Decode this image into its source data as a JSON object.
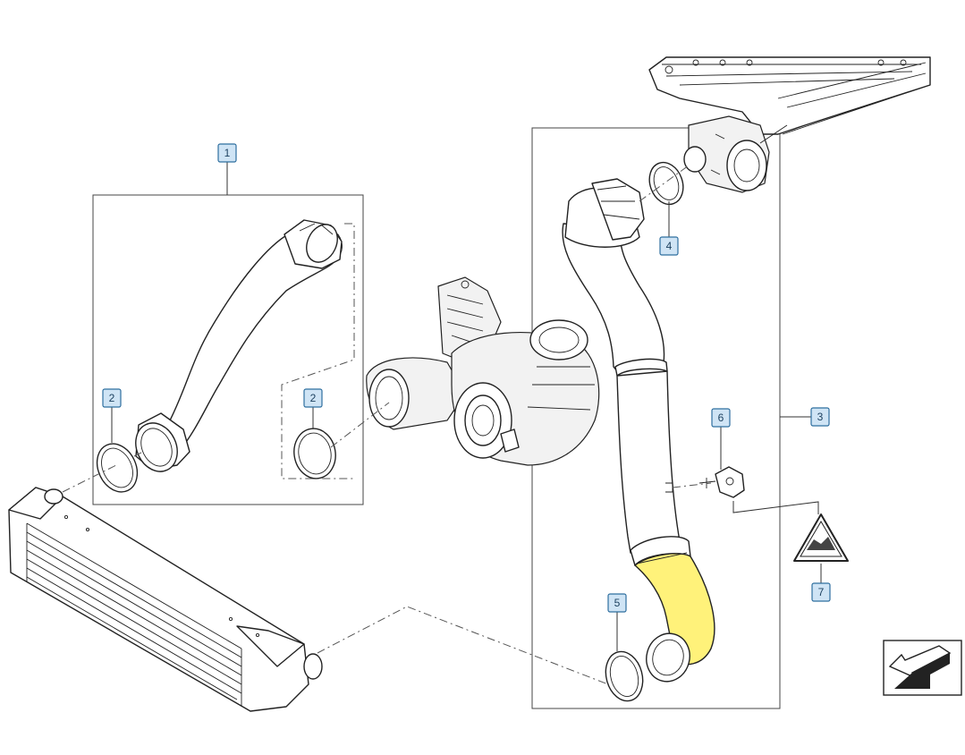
{
  "diagram": {
    "callouts": [
      {
        "id": "c1",
        "label": "1"
      },
      {
        "id": "c2a",
        "label": "2"
      },
      {
        "id": "c2b",
        "label": "2"
      },
      {
        "id": "c3",
        "label": "3"
      },
      {
        "id": "c4",
        "label": "4"
      },
      {
        "id": "c5",
        "label": "5"
      },
      {
        "id": "c6",
        "label": "6"
      },
      {
        "id": "c7",
        "label": "7"
      }
    ],
    "highlight_color": "#fff27a",
    "callout_color": "#cfe4f5",
    "icons": [
      "warning-triangle-icon",
      "navigation-arrow-icon"
    ]
  }
}
